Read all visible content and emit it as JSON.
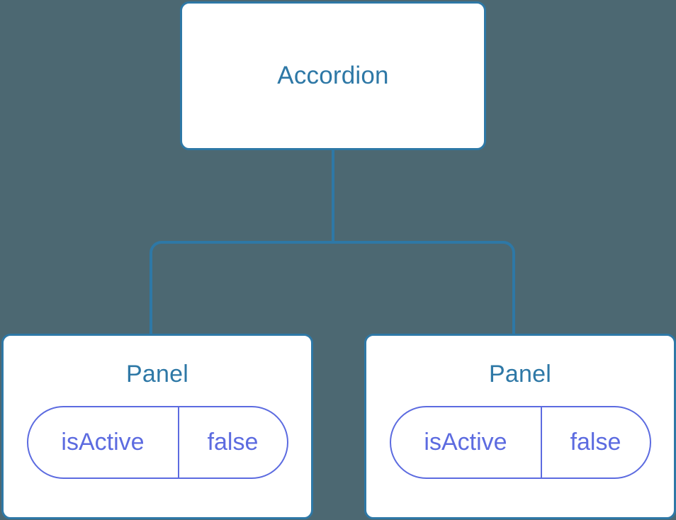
{
  "diagram": {
    "type": "component-tree",
    "background_color": "#4c6872",
    "node_border_color": "#2e78a6",
    "node_text_color": "#2e78a6",
    "edge_color": "#2e78a6",
    "badge_color": "#5c6be0",
    "root": {
      "label": "Accordion"
    },
    "children": [
      {
        "label": "Panel",
        "state": {
          "key": "isActive",
          "value": "false"
        }
      },
      {
        "label": "Panel",
        "state": {
          "key": "isActive",
          "value": "false"
        }
      }
    ]
  }
}
